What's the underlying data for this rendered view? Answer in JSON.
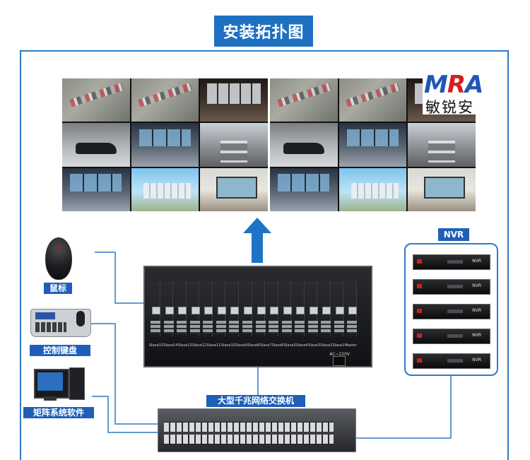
{
  "title": "安装拓扑图",
  "logo": {
    "brand_prefix": "M",
    "brand_accent": "R",
    "brand_suffix": "A",
    "chinese": "敏锐安"
  },
  "video_walls": [
    [
      "street",
      "street",
      "monitor",
      "parking",
      "control",
      "road",
      "control",
      "building",
      "office"
    ],
    [
      "street",
      "street",
      "monitor",
      "parking",
      "control",
      "road",
      "control",
      "building",
      "office"
    ]
  ],
  "devices": {
    "mouse_label": "鼠标",
    "keyboard_label": "控制键盘",
    "software_label": "矩阵系统软件",
    "nvr_label": "NVR",
    "nvr_unit_text": "NVR",
    "switch_label": "大型千兆网络交换机"
  },
  "matrix": {
    "slots": [
      "Slave15",
      "Slave14",
      "Slave13",
      "Slave12",
      "Slave11",
      "Slave10",
      "Slave9",
      "Slave8",
      "Slave7",
      "Slave6",
      "Slave5",
      "Slave4",
      "Slave3",
      "Slave2",
      "Slave1",
      "Master"
    ],
    "power_label": "AC~220V"
  },
  "colors": {
    "accent_blue": "#1f5fb8",
    "line_blue": "#2f7ac7",
    "logo_blue": "#1f57b5",
    "logo_red": "#d11f1f"
  }
}
